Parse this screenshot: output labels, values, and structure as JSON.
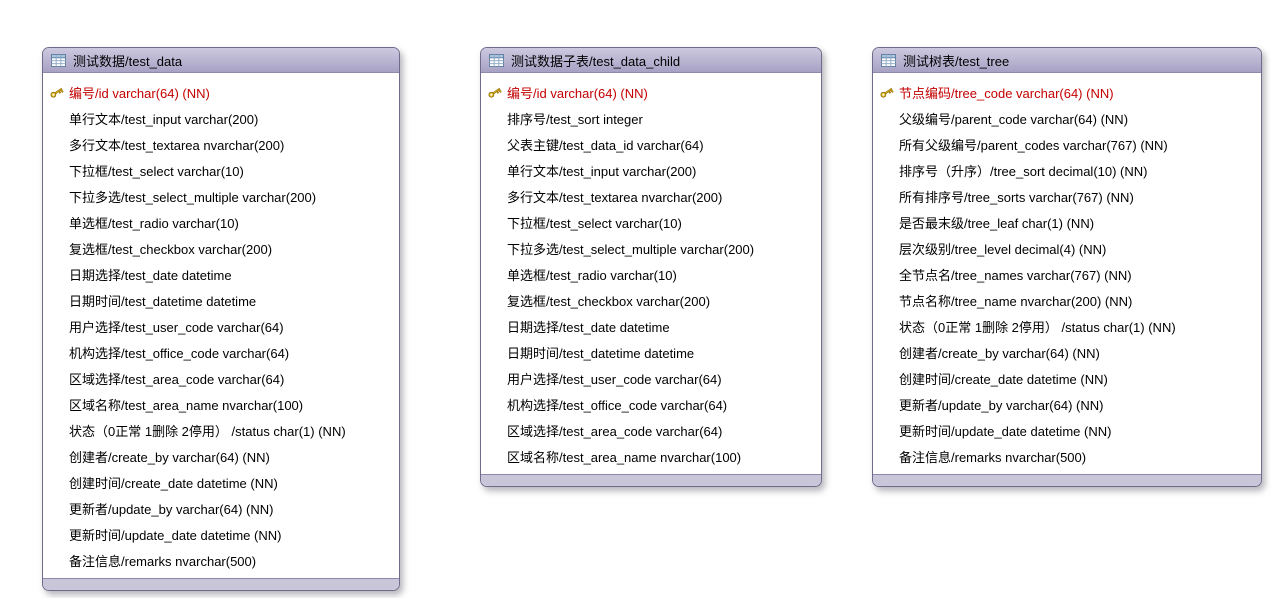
{
  "page": {
    "type": "database-er-diagram",
    "background": "#ffffff"
  },
  "colors": {
    "header_gradient_top": "#cdc9e0",
    "header_gradient_bottom": "#a7a2c4",
    "footer_bar": "#c9c6da",
    "box_border": "#6f6b8a",
    "primary_key_text": "#c40000",
    "field_text": "#000000",
    "key_icon_gold": "#d9a918"
  },
  "icons": {
    "table_header": "table-grid-icon",
    "primary_key": "key-icon"
  },
  "diagram": {
    "tables": [
      {
        "title": "测试数据/test_data",
        "fields": [
          {
            "label": "编号/id varchar(64) (NN)",
            "pk": true
          },
          {
            "label": "单行文本/test_input varchar(200)",
            "pk": false
          },
          {
            "label": "多行文本/test_textarea nvarchar(200)",
            "pk": false
          },
          {
            "label": "下拉框/test_select varchar(10)",
            "pk": false
          },
          {
            "label": "下拉多选/test_select_multiple varchar(200)",
            "pk": false
          },
          {
            "label": "单选框/test_radio varchar(10)",
            "pk": false
          },
          {
            "label": "复选框/test_checkbox varchar(200)",
            "pk": false
          },
          {
            "label": "日期选择/test_date datetime",
            "pk": false
          },
          {
            "label": "日期时间/test_datetime datetime",
            "pk": false
          },
          {
            "label": "用户选择/test_user_code varchar(64)",
            "pk": false
          },
          {
            "label": "机构选择/test_office_code varchar(64)",
            "pk": false
          },
          {
            "label": "区域选择/test_area_code varchar(64)",
            "pk": false
          },
          {
            "label": "区域名称/test_area_name nvarchar(100)",
            "pk": false
          },
          {
            "label": "状态（0正常 1删除 2停用） /status char(1) (NN)",
            "pk": false
          },
          {
            "label": "创建者/create_by varchar(64) (NN)",
            "pk": false
          },
          {
            "label": "创建时间/create_date datetime (NN)",
            "pk": false
          },
          {
            "label": "更新者/update_by varchar(64) (NN)",
            "pk": false
          },
          {
            "label": "更新时间/update_date datetime (NN)",
            "pk": false
          },
          {
            "label": "备注信息/remarks nvarchar(500)",
            "pk": false
          }
        ]
      },
      {
        "title": "测试数据子表/test_data_child",
        "fields": [
          {
            "label": "编号/id varchar(64) (NN)",
            "pk": true
          },
          {
            "label": "排序号/test_sort integer",
            "pk": false
          },
          {
            "label": "父表主键/test_data_id varchar(64)",
            "pk": false
          },
          {
            "label": "单行文本/test_input varchar(200)",
            "pk": false
          },
          {
            "label": "多行文本/test_textarea nvarchar(200)",
            "pk": false
          },
          {
            "label": "下拉框/test_select varchar(10)",
            "pk": false
          },
          {
            "label": "下拉多选/test_select_multiple varchar(200)",
            "pk": false
          },
          {
            "label": "单选框/test_radio varchar(10)",
            "pk": false
          },
          {
            "label": "复选框/test_checkbox varchar(200)",
            "pk": false
          },
          {
            "label": "日期选择/test_date datetime",
            "pk": false
          },
          {
            "label": "日期时间/test_datetime datetime",
            "pk": false
          },
          {
            "label": "用户选择/test_user_code varchar(64)",
            "pk": false
          },
          {
            "label": "机构选择/test_office_code varchar(64)",
            "pk": false
          },
          {
            "label": "区域选择/test_area_code varchar(64)",
            "pk": false
          },
          {
            "label": "区域名称/test_area_name nvarchar(100)",
            "pk": false
          }
        ]
      },
      {
        "title": "测试树表/test_tree",
        "fields": [
          {
            "label": "节点编码/tree_code varchar(64) (NN)",
            "pk": true
          },
          {
            "label": "父级编号/parent_code varchar(64) (NN)",
            "pk": false
          },
          {
            "label": "所有父级编号/parent_codes varchar(767) (NN)",
            "pk": false
          },
          {
            "label": "排序号（升序）/tree_sort decimal(10) (NN)",
            "pk": false
          },
          {
            "label": "所有排序号/tree_sorts varchar(767) (NN)",
            "pk": false
          },
          {
            "label": "是否最末级/tree_leaf char(1) (NN)",
            "pk": false
          },
          {
            "label": "层次级别/tree_level decimal(4) (NN)",
            "pk": false
          },
          {
            "label": "全节点名/tree_names varchar(767) (NN)",
            "pk": false
          },
          {
            "label": "节点名称/tree_name nvarchar(200) (NN)",
            "pk": false
          },
          {
            "label": "状态（0正常 1删除 2停用） /status char(1) (NN)",
            "pk": false
          },
          {
            "label": "创建者/create_by varchar(64) (NN)",
            "pk": false
          },
          {
            "label": "创建时间/create_date datetime (NN)",
            "pk": false
          },
          {
            "label": "更新者/update_by varchar(64) (NN)",
            "pk": false
          },
          {
            "label": "更新时间/update_date datetime (NN)",
            "pk": false
          },
          {
            "label": "备注信息/remarks nvarchar(500)",
            "pk": false
          }
        ]
      }
    ]
  }
}
